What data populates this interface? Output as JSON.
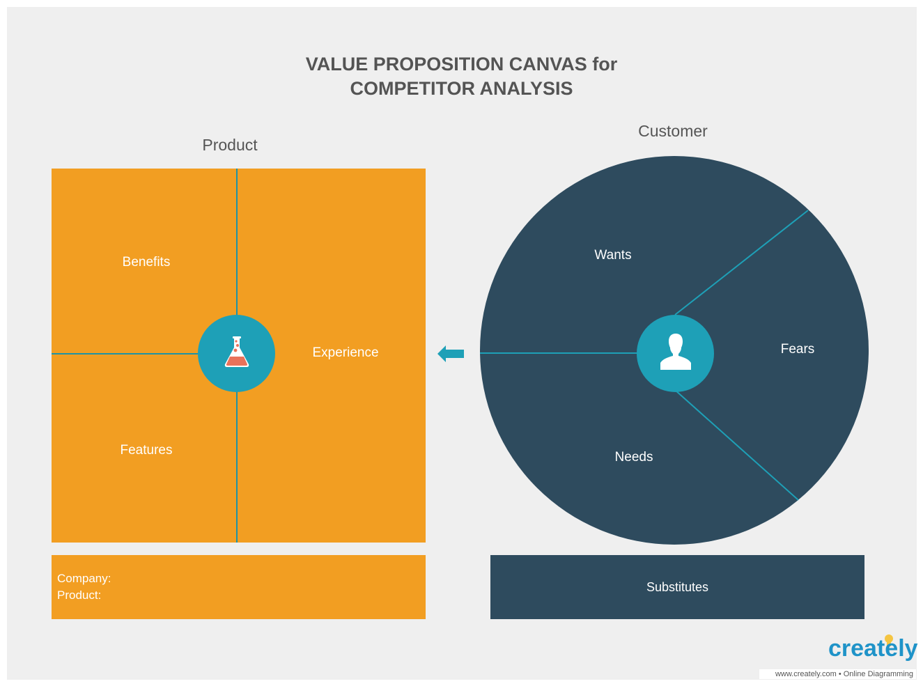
{
  "title": {
    "line1": "VALUE PROPOSITION CANVAS for",
    "line2": "COMPETITOR ANALYSIS"
  },
  "product": {
    "heading": "Product",
    "benefits": "Benefits",
    "experience": "Experience",
    "features": "Features",
    "center_icon": "flask-icon",
    "company_label": "Company:",
    "product_label": "Product:"
  },
  "customer": {
    "heading": "Customer",
    "wants": "Wants",
    "fears": "Fears",
    "needs": "Needs",
    "center_icon": "person-icon",
    "substitutes": "Substitutes"
  },
  "connector_icon": "arrow-left-icon",
  "branding": {
    "logo": "creately",
    "tagline": "www.creately.com • Online Diagramming"
  },
  "colors": {
    "background": "#efefef",
    "product_orange": "#f29e22",
    "customer_navy": "#2e4b5e",
    "accent_teal": "#1ea0b7",
    "title_gray": "#545454"
  }
}
